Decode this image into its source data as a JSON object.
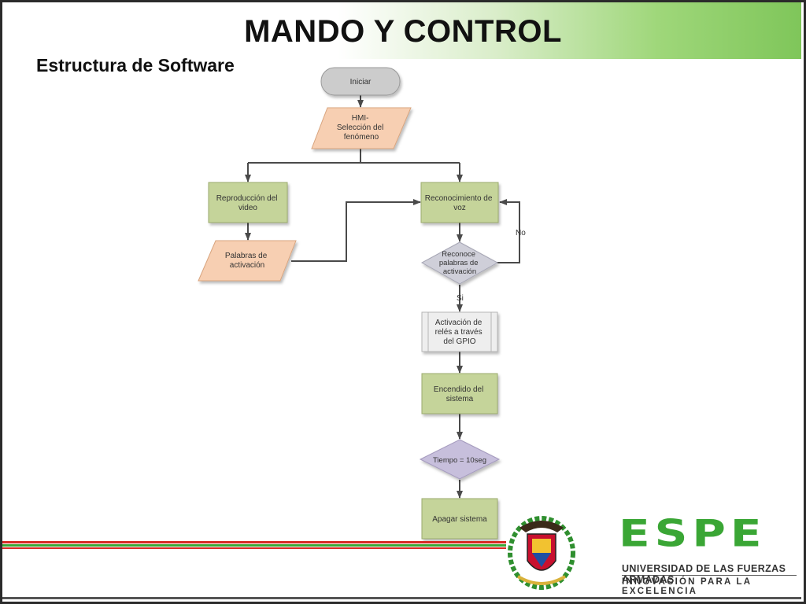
{
  "title": "MANDO Y CONTROL",
  "subtitle": "Estructura de Software",
  "nodes": {
    "iniciar": "Iniciar",
    "hmi": [
      "HMI-",
      "Selección del",
      "fenómeno"
    ],
    "reproduccion": [
      "Reproducción del",
      "video"
    ],
    "palabras": [
      "Palabras de",
      "activación"
    ],
    "reconocimiento": [
      "Reconocimiento de",
      "voz"
    ],
    "reconoce": [
      "Reconoce",
      "palabras de",
      "activación"
    ],
    "activacion": [
      "Activación de",
      "relés a través",
      "del GPIO"
    ],
    "encendido": [
      "Encendido del",
      "sistema"
    ],
    "tiempo": "Tiempo = 10seg",
    "apagar": "Apagar sistema"
  },
  "edge_labels": {
    "no": "No",
    "si": "Si"
  },
  "colors": {
    "process_fill": "#c5d49a",
    "io_fill": "#f7cfb2",
    "decision_fill": "#cfcfd9",
    "tiempo_fill": "#c7bfdc",
    "predefined_fill": "#eeeeee",
    "terminal_fill": "#cccccc",
    "accent_green": "#3aa635",
    "stripe_red": "#d62a24"
  },
  "logo": {
    "name": "ESPE",
    "line1": "UNIVERSIDAD DE LAS FUERZAS ARMADAS",
    "line2": "INNOVACIÓN PARA LA EXCELENCIA"
  }
}
